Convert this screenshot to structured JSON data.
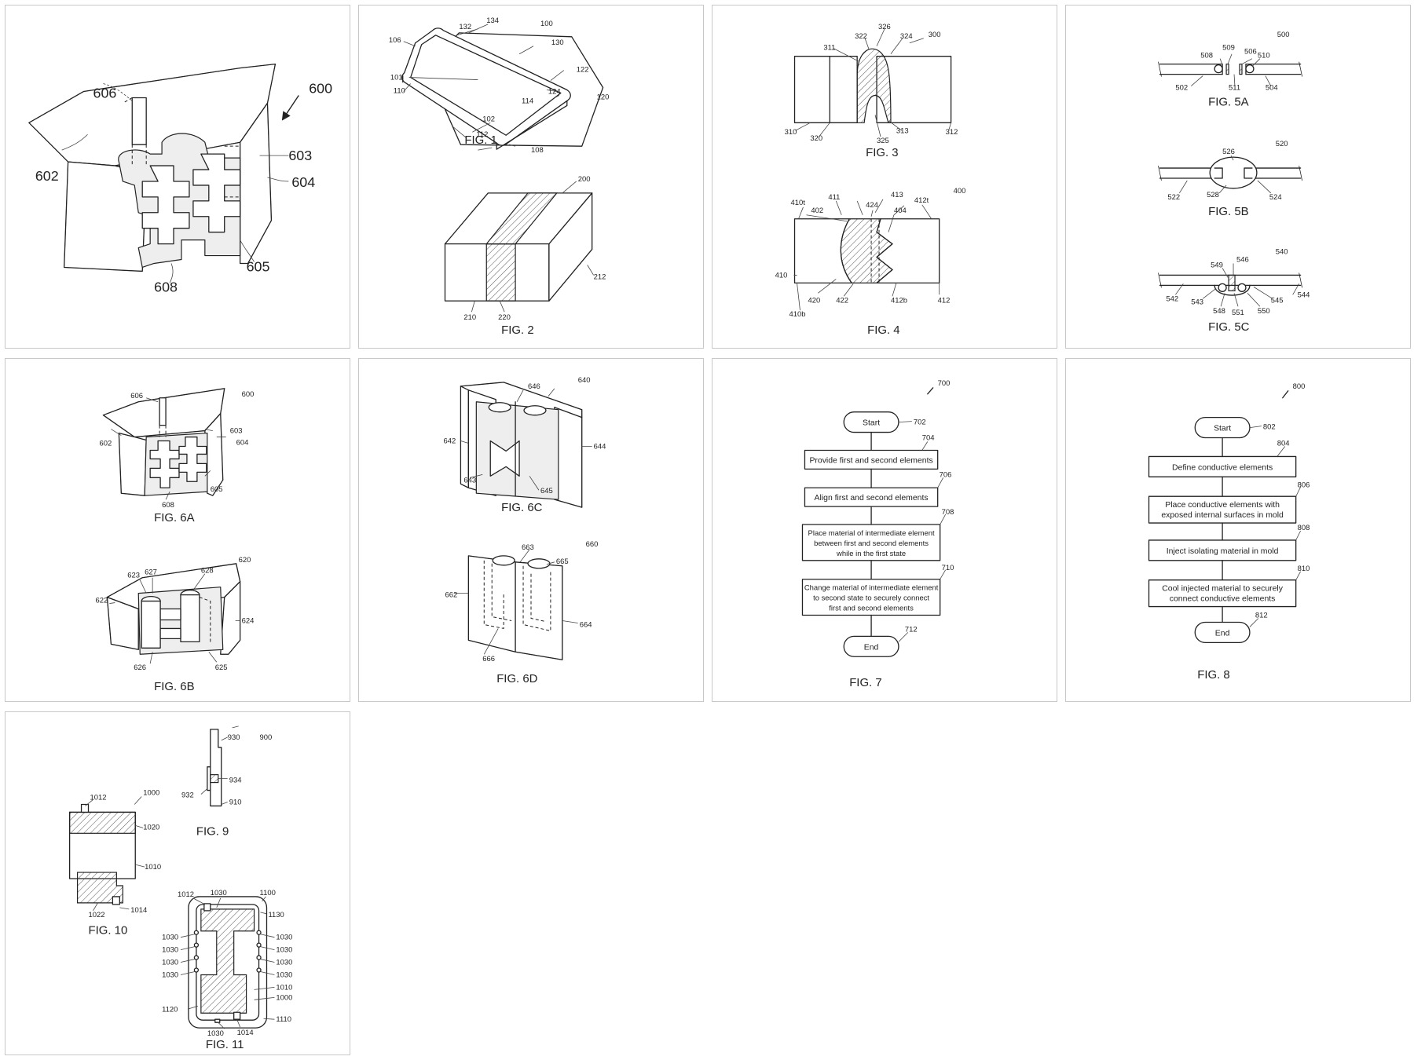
{
  "fig6": {
    "caption": "",
    "refs": {
      "r600": "600",
      "r606": "606",
      "r602": "602",
      "r603": "603",
      "r604": "604",
      "r605": "605",
      "r608": "608"
    }
  },
  "fig1": {
    "caption": "FIG. 1",
    "refs": {
      "r100": "100",
      "r132": "132",
      "r134": "134",
      "r106": "106",
      "r130": "130",
      "r101": "101",
      "r110": "110",
      "r122": "122",
      "r124": "124",
      "r120": "120",
      "r114": "114",
      "r102": "102",
      "r112": "112",
      "r108": "108"
    }
  },
  "fig2": {
    "caption": "FIG. 2",
    "refs": {
      "r200": "200",
      "r212": "212",
      "r210": "210",
      "r220": "220"
    }
  },
  "fig3": {
    "caption": "FIG. 3",
    "refs": {
      "r326": "326",
      "r322": "322",
      "r324": "324",
      "r300": "300",
      "r311": "311",
      "r310": "310",
      "r320": "320",
      "r325": "325",
      "r313": "313",
      "r312": "312"
    }
  },
  "fig4": {
    "caption": "FIG. 4",
    "refs": {
      "r410t": "410t",
      "r411": "411",
      "r413": "413",
      "r412t": "412t",
      "r400": "400",
      "r402": "402",
      "r424": "424",
      "r404": "404",
      "r410": "410",
      "r420": "420",
      "r422": "422",
      "r412b": "412b",
      "r412": "412",
      "r410b": "410b"
    }
  },
  "fig5a": {
    "caption": "FIG. 5A",
    "refs": {
      "r500": "500",
      "r509": "509",
      "r508": "508",
      "r506": "506",
      "r510": "510",
      "r502": "502",
      "r511": "511",
      "r504": "504"
    }
  },
  "fig5b": {
    "caption": "FIG. 5B",
    "refs": {
      "r520": "520",
      "r526": "526",
      "r522": "522",
      "r528": "528",
      "r524": "524"
    }
  },
  "fig5c": {
    "caption": "FIG. 5C",
    "refs": {
      "r540": "540",
      "r546": "546",
      "r549": "549",
      "r542": "542",
      "r543": "543",
      "r548": "548",
      "r551": "551",
      "r550": "550",
      "r545": "545",
      "r544": "544"
    }
  },
  "fig6a": {
    "caption": "FIG. 6A",
    "refs": {
      "r606": "606",
      "r600": "600",
      "r602": "602",
      "r603": "603",
      "r604": "604",
      "r605": "605",
      "r608": "608"
    }
  },
  "fig6b": {
    "caption": "FIG. 6B",
    "refs": {
      "r620": "620",
      "r623": "623",
      "r627": "627",
      "r628": "628",
      "r622": "622",
      "r624": "624",
      "r626": "626",
      "r625": "625"
    }
  },
  "fig6c": {
    "caption": "FIG. 6C",
    "refs": {
      "r640": "640",
      "r646": "646",
      "r642": "642",
      "r644": "644",
      "r643": "643",
      "r645": "645"
    }
  },
  "fig6d": {
    "caption": "FIG. 6D",
    "refs": {
      "r660": "660",
      "r663": "663",
      "r665": "665",
      "r662": "662",
      "r664": "664",
      "r666": "666"
    }
  },
  "fig7": {
    "caption": "FIG. 7",
    "refs": {
      "r700": "700",
      "r702": "702",
      "r704": "704",
      "r706": "706",
      "r708": "708",
      "r710": "710",
      "r712": "712"
    },
    "start": "Start",
    "end": "End",
    "step704": "Provide first and second elements",
    "step706": "Align first and second elements",
    "step708a": "Place material of intermediate element",
    "step708b": "between first and second elements",
    "step708c": "while in the first state",
    "step710a": "Change material of intermediate element",
    "step710b": "to second state to securely connect",
    "step710c": "first and second elements"
  },
  "fig8": {
    "caption": "FIG. 8",
    "refs": {
      "r800": "800",
      "r802": "802",
      "r804": "804",
      "r806": "806",
      "r808": "808",
      "r810": "810",
      "r812": "812"
    },
    "start": "Start",
    "end": "End",
    "step804": "Define conductive elements",
    "step806a": "Place conductive elements with",
    "step806b": "exposed internal surfaces in mold",
    "step808": "Inject isolating material in mold",
    "step810a": "Cool injected material to securely",
    "step810b": "connect conductive elements"
  },
  "fig9": {
    "caption": "FIG. 9",
    "refs": {
      "r930": "930",
      "r900": "900",
      "r934": "934",
      "r932": "932",
      "r910": "910"
    }
  },
  "fig10": {
    "caption": "FIG. 10",
    "refs": {
      "r1012": "1012",
      "r1000": "1000",
      "r1020": "1020",
      "r1010": "1010",
      "r1022": "1022",
      "r1014": "1014"
    }
  },
  "fig11": {
    "caption": "FIG. 11",
    "refs": {
      "r1012": "1012",
      "r1030top": "1030",
      "r1100": "1100",
      "r1130": "1130",
      "r1030l1": "1030",
      "r1030l2": "1030",
      "r1030l3": "1030",
      "r1030l4": "1030",
      "r1120": "1120",
      "r1030r1": "1030",
      "r1030r2": "1030",
      "r1030r3": "1030",
      "r1030r4": "1030",
      "r1010": "1010",
      "r1000": "1000",
      "r1110": "1110",
      "r1030bot": "1030",
      "r1014": "1014"
    }
  }
}
